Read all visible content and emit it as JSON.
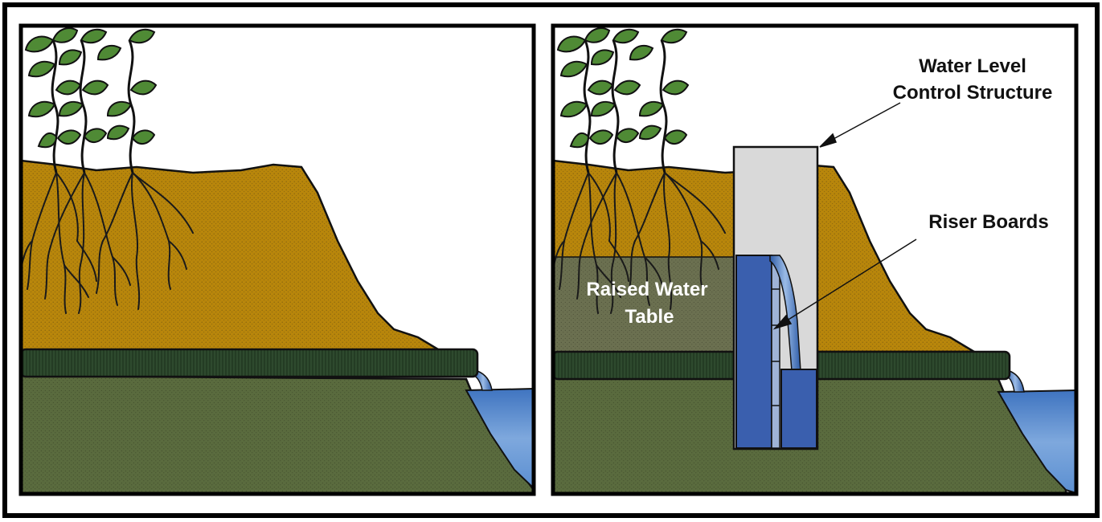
{
  "labels": {
    "control_structure_line1": "Water Level",
    "control_structure_line2": "Control Structure",
    "riser_boards": "Riser Boards",
    "raised_water_table_line1": "Raised Water",
    "raised_water_table_line2": "Table"
  },
  "colors": {
    "soil": "#b8860b",
    "subsoil": "#5a6b3e",
    "tile_drain": "#2e4a2e",
    "water": "#5b8fd1",
    "riser_boards": "#3a5fae",
    "structure": "#d9d9d9",
    "saturated_soil": "#6b7050",
    "leaf": "#4f8a35",
    "outline": "#111111"
  },
  "icons": {
    "plant": "plant-icon",
    "roots": "roots-icon"
  }
}
